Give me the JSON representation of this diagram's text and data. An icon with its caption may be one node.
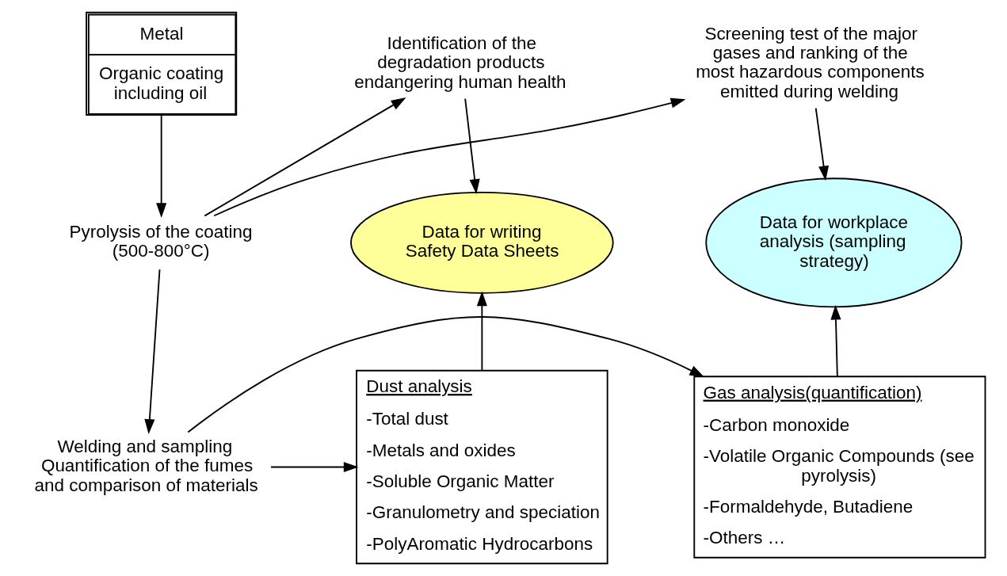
{
  "diagram": {
    "nodes": [
      {
        "text": [
          "Identification of the degradation products endangering human health"
        ]
      },
      {
        "text": [
          "Metal",
          "Organic coating including oil"
        ]
      },
      {
        "text": [
          "Screening test of the major gases and ranking of the most hazardous components emitted during welding"
        ]
      },
      {
        "text": [
          "Data for writing Safety Data Sheets"
        ]
      },
      {
        "text": [
          "Pyrolysis of the coating (500-800°C)"
        ]
      },
      {
        "text": [
          "Data for workplace analysis (sampling strategy)"
        ]
      },
      {
        "text": [
          "Dust analysis",
          "-Total dust",
          "-Metals and oxides",
          "-Soluble Organic Matter",
          "-Granulometry and speciation",
          "-PolyAromatic Hydrocarbons"
        ]
      },
      {
        "text": [
          "Welding and sampling",
          "Quantification of the fumes and comparison of materials"
        ]
      },
      {
        "text": [
          "Gas analysis(quantification)",
          "-Carbon monoxide",
          "-Volatile Organic Compounds (see pyrolysis)",
          "-Formaldehyde, Butadiene",
          "-Others …"
        ]
      }
    ],
    "edges": [
      {
        "from": 1,
        "to": 4,
        "arrow": "to"
      },
      {
        "from": 4,
        "to": 0,
        "arrow": "to"
      },
      {
        "from": 4,
        "to": 2,
        "arrow": "to"
      },
      {
        "from": 0,
        "to": 3,
        "arrow": "to"
      },
      {
        "from": 2,
        "to": 5,
        "arrow": "to"
      },
      {
        "from": 6,
        "to": 3,
        "arrow": "to"
      },
      {
        "from": 4,
        "to": 7,
        "arrow": "to"
      },
      {
        "from": 7,
        "to": 6,
        "arrow": "to"
      },
      {
        "from": 7,
        "to": 8,
        "arrow": "to"
      },
      {
        "from": 8,
        "to": 5,
        "arrow": "to"
      }
    ]
  }
}
